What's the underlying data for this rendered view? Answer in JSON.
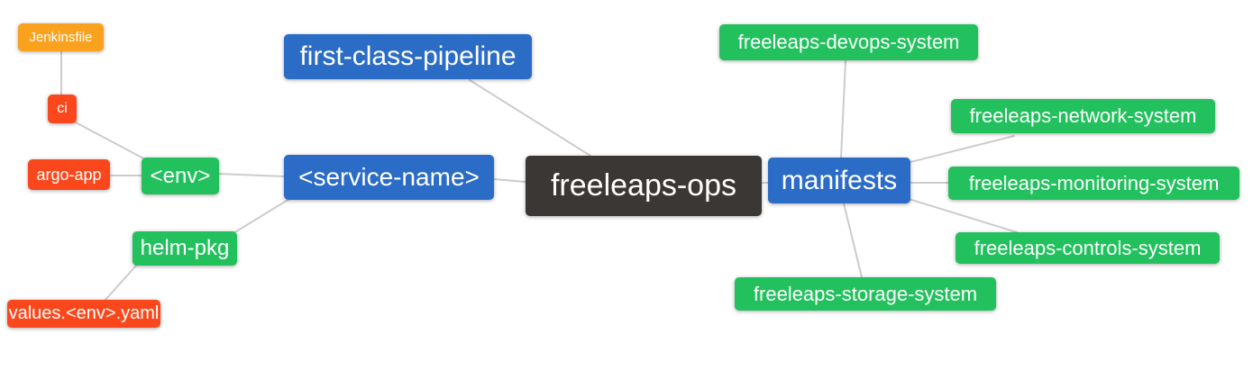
{
  "diagram": {
    "type": "mindmap",
    "root_label": "freeleaps-ops",
    "background": "#ffffff",
    "edge_color": "#cccccc",
    "palette": {
      "blue": "#2b6cc6",
      "green": "#22c15e",
      "orange": "#faa21e",
      "red": "#fa481c",
      "dark": "#3b3734",
      "text": "#ffffff"
    },
    "nodes": {
      "jenkinsfile": {
        "label": "Jenkinsfile",
        "color": "orange"
      },
      "ci": {
        "label": "ci",
        "color": "red"
      },
      "argo_app": {
        "label": "argo-app",
        "color": "red"
      },
      "env": {
        "label": "<env>",
        "color": "green"
      },
      "helm_pkg": {
        "label": "helm-pkg",
        "color": "green"
      },
      "values_env_yaml": {
        "label": "values.<env>.yaml",
        "color": "red"
      },
      "first_class_pipeline": {
        "label": "first-class-pipeline",
        "color": "blue"
      },
      "service_name": {
        "label": "<service-name>",
        "color": "blue"
      },
      "freeleaps_ops": {
        "label": "freeleaps-ops",
        "color": "dark"
      },
      "manifests": {
        "label": "manifests",
        "color": "blue"
      },
      "devops_system": {
        "label": "freeleaps-devops-system",
        "color": "green"
      },
      "network_system": {
        "label": "freeleaps-network-system",
        "color": "green"
      },
      "monitoring_system": {
        "label": "freeleaps-monitoring-system",
        "color": "green"
      },
      "controls_system": {
        "label": "freeleaps-controls-system",
        "color": "green"
      },
      "storage_system": {
        "label": "freeleaps-storage-system",
        "color": "green"
      }
    },
    "edges": [
      [
        "Jenkinsfile",
        "ci"
      ],
      [
        "ci",
        "<env>"
      ],
      [
        "argo-app",
        "<env>"
      ],
      [
        "<env>",
        "<service-name>"
      ],
      [
        "helm-pkg",
        "<service-name>"
      ],
      [
        "values.<env>.yaml",
        "helm-pkg"
      ],
      [
        "<service-name>",
        "freeleaps-ops"
      ],
      [
        "first-class-pipeline",
        "freeleaps-ops"
      ],
      [
        "freeleaps-ops",
        "manifests"
      ],
      [
        "manifests",
        "freeleaps-devops-system"
      ],
      [
        "manifests",
        "freeleaps-network-system"
      ],
      [
        "manifests",
        "freeleaps-monitoring-system"
      ],
      [
        "manifests",
        "freeleaps-controls-system"
      ],
      [
        "manifests",
        "freeleaps-storage-system"
      ]
    ]
  }
}
